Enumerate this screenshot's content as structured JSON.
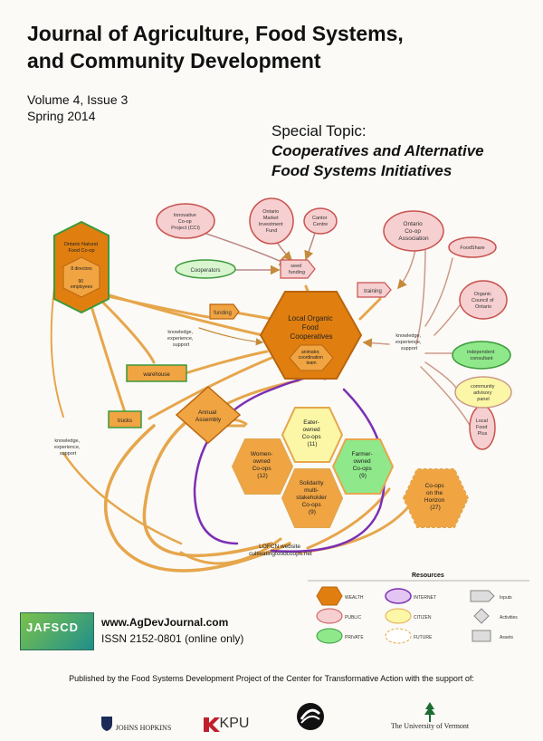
{
  "journal": {
    "title_line1": "Journal of Agriculture, Food Systems,",
    "title_line2": "and Community Development",
    "volume": "Volume 4, Issue 3",
    "season": "Spring 2014"
  },
  "special_topic": {
    "label": "Special Topic:",
    "title_line1": "Cooperatives and Alternative",
    "title_line2": "Food Systems Initiatives"
  },
  "diagram": {
    "center": [
      "Local Organic",
      "Food",
      "Cooperatives"
    ],
    "center_sub": [
      "animator,",
      "coordination",
      "team"
    ],
    "ofc_title": [
      "Ontario Natural",
      "Food Co-op"
    ],
    "ofc_sub1": "8 directors",
    "ofc_sub2": [
      "90",
      "employees"
    ],
    "top_nodes": [
      [
        "Innovative",
        "Co-op",
        "Project (CCI)"
      ],
      [
        "Ontario",
        "Market",
        "Investment",
        "Fund"
      ],
      [
        "Cantor",
        "Centre"
      ],
      [
        "Ontario",
        "Co-op",
        "Association"
      ]
    ],
    "cooperators": "Cooperators",
    "seed_funding": [
      "seed",
      "funding"
    ],
    "funding": "funding",
    "training": "training",
    "foodshare": "FoodShare",
    "organic_council": [
      "Organic",
      "Council of",
      "Ontario"
    ],
    "independent_consultant": [
      "independent",
      "consultant"
    ],
    "community_panel": [
      "community",
      "advisory",
      "panel"
    ],
    "local_food_plus": [
      "Local",
      "Food",
      "Plus"
    ],
    "knowledge_left": [
      "knowledge,",
      "experience,",
      "support"
    ],
    "knowledge_right": [
      "knowledge,",
      "experience,",
      "support"
    ],
    "knowledge_bottom": [
      "knowledge,",
      "experience,",
      "support"
    ],
    "warehouse": "warehouse",
    "trucks": "trucks",
    "annual_assembly": [
      "Annual",
      "Assembly"
    ],
    "eater_coops": [
      "Eater-",
      "owned",
      "Co-ops",
      "(11)"
    ],
    "women_coops": [
      "Women-",
      "owned",
      "Co-ops",
      "(12)"
    ],
    "farmer_coops": [
      "Farmer-",
      "owned",
      "Co-ops",
      "(9)"
    ],
    "solidarity_coops": [
      "Solidarity",
      "multi-",
      "stakeholder",
      "Co-ops",
      "(9)"
    ],
    "horizon_coops": [
      "Co-ops",
      "on the",
      "Horizon",
      "(27)"
    ],
    "website": [
      "LOFCN website",
      "cultivatingfoodcoops.net"
    ],
    "resources_title": "Resources",
    "legend_col1": [
      "WEALTH",
      "PUBLIC",
      "PRIVATE"
    ],
    "legend_col2": [
      "INTERNET",
      "CITIZEN",
      "FUTURE"
    ],
    "legend_col3": [
      "Inputs",
      "Activities",
      "Assets"
    ]
  },
  "colors": {
    "orange": "#f0a442",
    "orange_dark": "#e07f10",
    "orange_stroke": "#b9650d",
    "pink": "#f6cfd0",
    "pink_stroke": "#c9524f",
    "green": "#8fe88a",
    "green_stroke": "#3b9a3b",
    "yellow": "#fbf7a6",
    "purple": "#7b2fb5",
    "gold_line": "#e6a64c"
  },
  "footer": {
    "logo_text": "JAFSCD",
    "website": "www.AgDevJournal.com",
    "issn": "ISSN 2152-0801 (online only)",
    "published_by": "Published by the Food Systems Development Project of the Center for Transformative Action with the support of:",
    "sponsors": [
      "JOHNS HOPKINS",
      "KPU",
      "",
      "The University of Vermont"
    ]
  }
}
